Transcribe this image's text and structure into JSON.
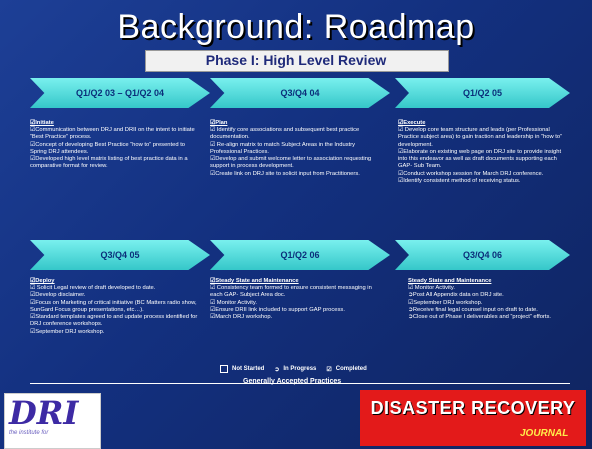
{
  "slide": {
    "title": "Background: Roadmap",
    "subtitle": "Phase I: High Level Review"
  },
  "phases": [
    {
      "label": "Q1/Q2 03 – Q1/Q2 04",
      "heading": "☑Initiate",
      "lines": [
        "☑Communication between DRJ and DRII on the intent to initiate “Best Practice” process.",
        "☑Concept of developing Best Practice “how to” presented to Spring DRJ attendees.",
        "☑Developed high level matrix listing of best practice data in a comparative format for review."
      ]
    },
    {
      "label": "Q3/Q4 04",
      "heading": "☑Plan",
      "lines": [
        "☑ Identify core associations and subsequent best practice documentation.",
        "☑ Re-align matrix to match Subject Areas in the Industry Professional Practices.",
        "☑Develop and submit welcome letter to association requesting support in process development.",
        "☑Create link on DRJ site to solicit input from Practitioners."
      ]
    },
    {
      "label": "Q1/Q2 05",
      "heading": "☑Execute",
      "lines": [
        "☑ Develop core team structure and leads (per Professional Practice subject area) to gain traction and leadership in “how to” development.",
        "☑Elaborate on existing web page on DRJ site to provide insight into this endeavor as well as draft documents supporting each GAP- Sub Team.",
        "☑Conduct workshop session for March DRJ conference.",
        "☑Identify consistent method of receiving status."
      ]
    },
    {
      "label": "Q3/Q4 05",
      "heading": "☑Deploy",
      "lines": [
        "☑ Solicit Legal review of draft developed to date.",
        "☑Develop disclaimer.",
        "☑Focus on Marketing of critical initiative (BC Matters radio show, SunGard Focus group presentations, etc…).",
        "☑Standard templates agreed to and update process identified for DRJ conference workshops.",
        "☑September DRJ workshop."
      ]
    },
    {
      "label": "Q1/Q2 06",
      "heading": "☑Steady State and Maintenance",
      "lines": [
        "☑ Consistency team formed to ensure consistent messaging in each GAP- Subject Area doc.",
        "☑ Monitor Activity.",
        "☑Ensure DRII link included to support GAP process.",
        "☑March DRJ workshop."
      ]
    },
    {
      "label": "Q3/Q4 06",
      "heading": "Steady State and Maintenance",
      "lines": [
        "☑ Monitor Activity.",
        "➲Post All Appendix data on DRJ site.",
        "☑September DRJ workshop.",
        "➲Receive final legal counsel input on draft to date.",
        "➲Close out of Phase I deliverables and “project” efforts."
      ]
    }
  ],
  "legend": {
    "not_started": "Not Started",
    "in_progress": "In Progress",
    "completed": "Completed"
  },
  "footer": {
    "gap": "Generally Accepted Practices",
    "dri_logo_text": "DRI",
    "dri_tagline": "the institute for",
    "drj_logo_text": "DISASTER RECOVERY",
    "drj_logo_sub": "JOURNAL"
  }
}
